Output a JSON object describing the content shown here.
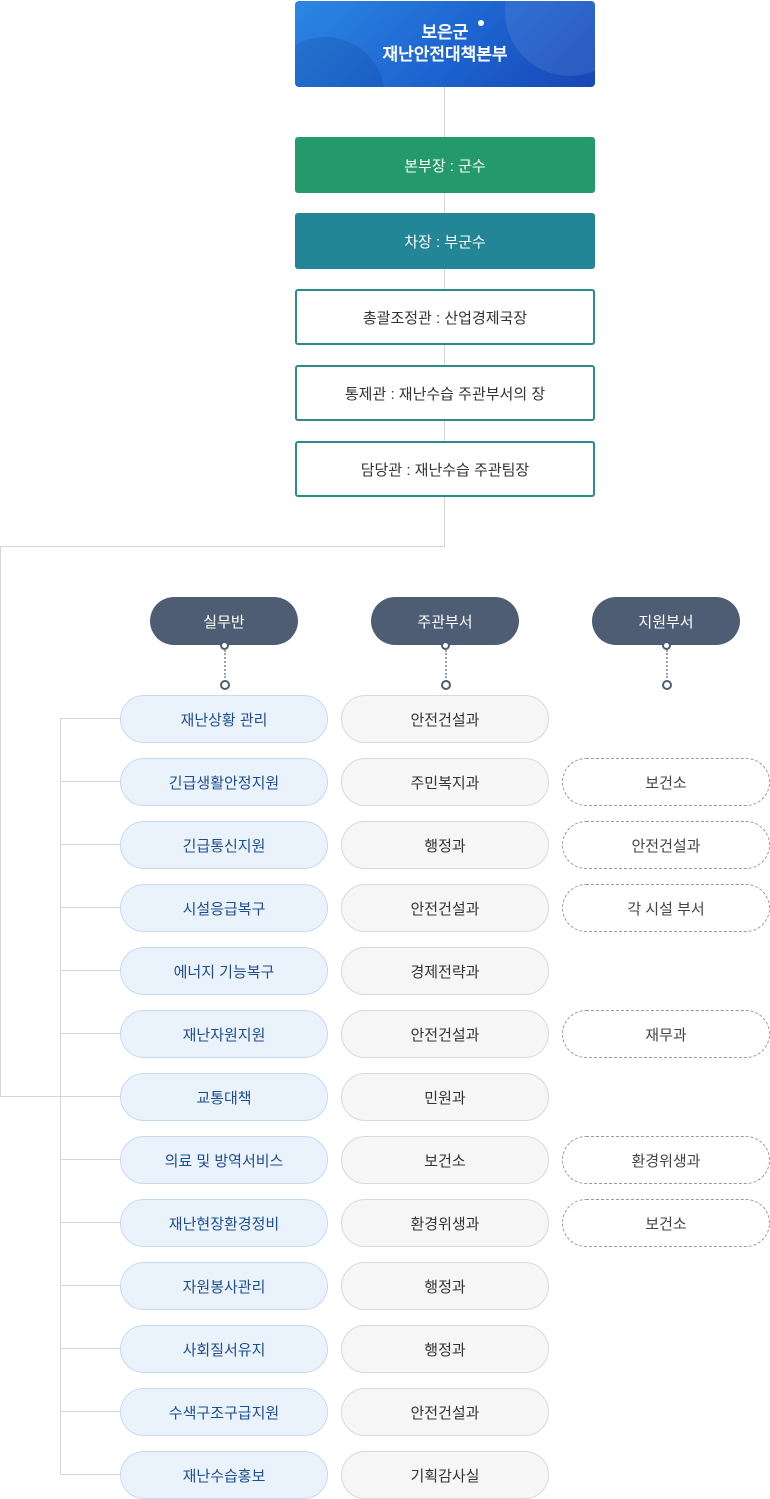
{
  "hq": {
    "line1": "보은군",
    "line2": "재난안전대책본부"
  },
  "ranks": [
    {
      "label": "본부장 : 군수",
      "style": "green"
    },
    {
      "label": "차장 : 부군수",
      "style": "teal"
    },
    {
      "label": "총괄조정관 : 산업경제국장",
      "style": "outline"
    },
    {
      "label": "통제관 : 재난수습 주관부서의 장",
      "style": "outline"
    },
    {
      "label": "담당관 : 재난수습 주관팀장",
      "style": "outline"
    }
  ],
  "columns": [
    "실무반",
    "주관부서",
    "지원부서"
  ],
  "rows": [
    {
      "team": "재난상황 관리",
      "lead": "안전건설과",
      "support": ""
    },
    {
      "team": "긴급생활안정지원",
      "lead": "주민복지과",
      "support": "보건소"
    },
    {
      "team": "긴급통신지원",
      "lead": "행정과",
      "support": "안전건설과"
    },
    {
      "team": "시설응급복구",
      "lead": "안전건설과",
      "support": "각 시설 부서"
    },
    {
      "team": "에너지 기능복구",
      "lead": "경제전략과",
      "support": ""
    },
    {
      "team": "재난자원지원",
      "lead": "안전건설과",
      "support": "재무과"
    },
    {
      "team": "교통대책",
      "lead": "민원과",
      "support": ""
    },
    {
      "team": "의료 및 방역서비스",
      "lead": "보건소",
      "support": "환경위생과"
    },
    {
      "team": "재난현장환경정비",
      "lead": "환경위생과",
      "support": "보건소"
    },
    {
      "team": "자원봉사관리",
      "lead": "행정과",
      "support": ""
    },
    {
      "team": "사회질서유지",
      "lead": "행정과",
      "support": ""
    },
    {
      "team": "수색구조구급지원",
      "lead": "안전건설과",
      "support": ""
    },
    {
      "team": "재난수습홍보",
      "lead": "기획감사실",
      "support": ""
    }
  ],
  "colors": {
    "green": "#24996b",
    "teal": "#238696",
    "outline": "#2a8a8c",
    "header": "#4e5d73",
    "hq": "#1d63cf"
  }
}
